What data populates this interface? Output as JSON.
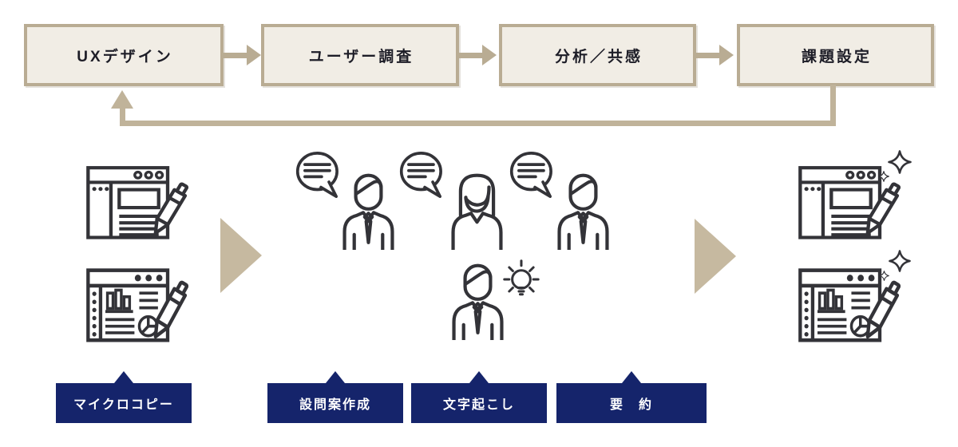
{
  "flow": {
    "steps": [
      {
        "label": "UXデザイン"
      },
      {
        "label": "ユーザー調査"
      },
      {
        "label": "分析／共感"
      },
      {
        "label": "課題設定"
      }
    ]
  },
  "tags": [
    {
      "label": "マイクロコピー"
    },
    {
      "label": "設問案作成"
    },
    {
      "label": "文字起こし"
    },
    {
      "label": "要　約"
    }
  ],
  "icons": {
    "left_group": [
      "browser-document-pen-icon",
      "browser-analytics-pen-icon"
    ],
    "center_group": [
      "speech-bubble-icon",
      "businessman-icon",
      "businesswoman-icon",
      "idea-lightbulb-icon"
    ],
    "right_group": [
      "browser-document-pen-sparkle-icon",
      "browser-analytics-pen-sparkle-icon"
    ],
    "connectors": [
      "flow-arrow-icon",
      "loop-arrow-icon",
      "transition-triangle-icon",
      "tag-pointer-icon"
    ]
  },
  "colors": {
    "box_fill": "#f1ede5",
    "box_border": "#b9ac93",
    "small_arrow": "#b9ac93",
    "loop_line": "#c0b39a",
    "big_triangle": "#c6b9a0",
    "tag_background": "#15246b",
    "tag_text": "#ffffff",
    "icon_stroke": "#333338",
    "step_text": "#1d1d27"
  }
}
